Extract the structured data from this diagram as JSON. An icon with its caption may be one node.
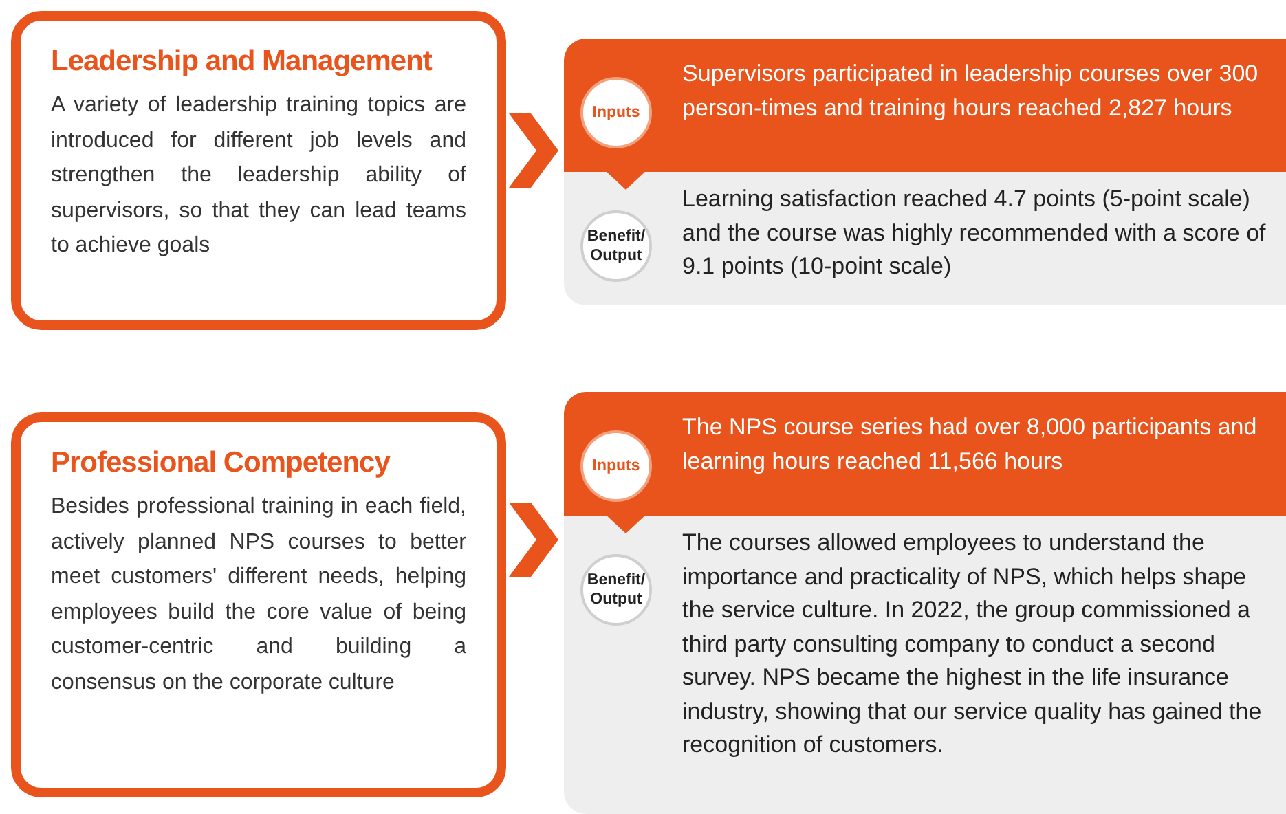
{
  "diagram": {
    "nodes": [
      {
        "text": [
          "Leadership and Management",
          "A variety of leadership training topics are introduced for different job levels and strengthen the leadership ability of supervisors, so that they can lead teams to achieve goals"
        ]
      },
      {
        "text": [
          "Inputs",
          "Supervisors participated in leadership courses over 300 person-times and training hours reached 2,827 hours"
        ]
      },
      {
        "text": [
          "Benefit/ Output",
          "Learning satisfaction reached 4.7 points (5-point scale) and the course was highly recommended with a score of 9.1 points (10-point scale)"
        ]
      },
      {
        "text": [
          "Professional Competency",
          "Besides professional training in each field, actively planned NPS courses to better meet customers' different needs, helping employees build the core value of being customer-centric and building a consensus on the corporate culture"
        ]
      },
      {
        "text": [
          "Inputs",
          "The NPS course series had over 8,000 participants and learning hours reached 11,566 hours"
        ]
      },
      {
        "text": [
          "Benefit/ Output",
          "The courses allowed employees to understand the importance and practicality of NPS, which helps shape the service culture. In 2022, the group commissioned a third party consulting company to conduct a second survey. NPS became the highest in the life insurance industry, showing that our service quality has gained the recognition of customers."
        ]
      }
    ],
    "edges": [
      {
        "from": 0,
        "to": 1,
        "arrow": "to"
      },
      {
        "from": 1,
        "to": 2,
        "arrow": "to"
      },
      {
        "from": 3,
        "to": 4,
        "arrow": "to"
      },
      {
        "from": 4,
        "to": 5,
        "arrow": "to"
      }
    ]
  }
}
